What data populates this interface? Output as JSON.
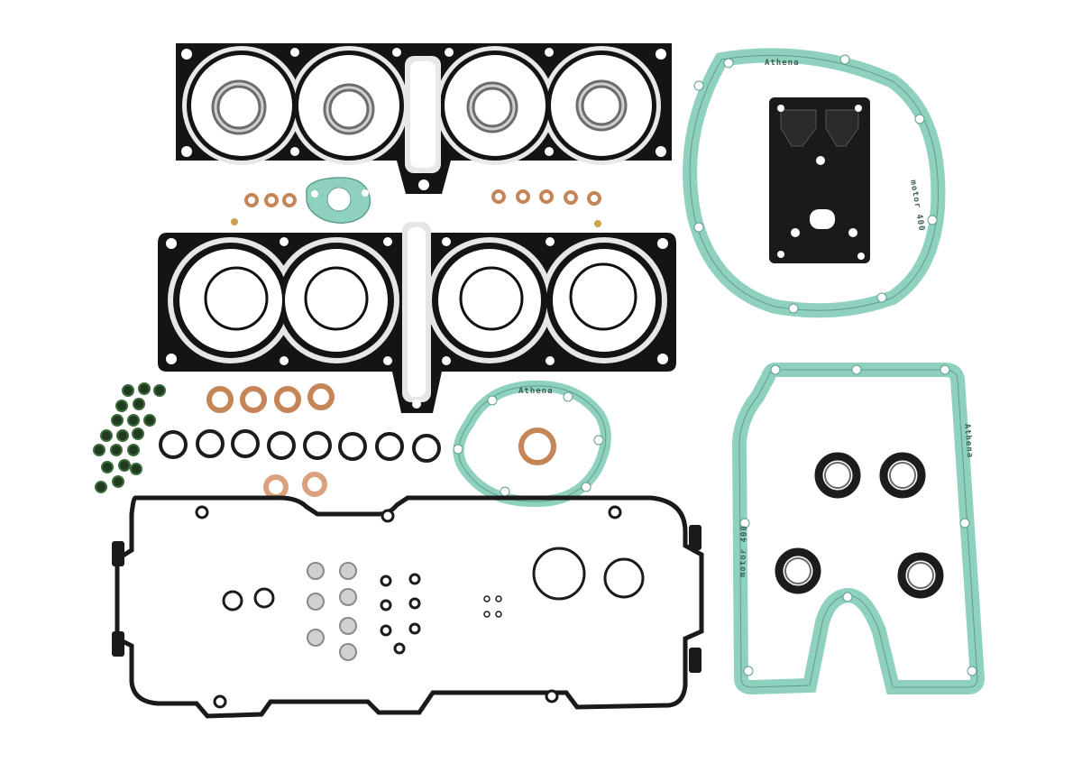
{
  "photo": {
    "subject": "engine gasket set",
    "background": "#ffffff"
  },
  "colors": {
    "black_gasket": "#141414",
    "steel_face": "#e6e6e6",
    "paper_gasket": "#8fd1bf",
    "paper_edge": "#5f9e8e",
    "copper": "#c58556",
    "rubber": "#1c1c1c",
    "valve_seal": "#1f3a1f",
    "washer": "#c8c8c8"
  },
  "markings": {
    "brand": "Athena",
    "material": "motor 400"
  }
}
